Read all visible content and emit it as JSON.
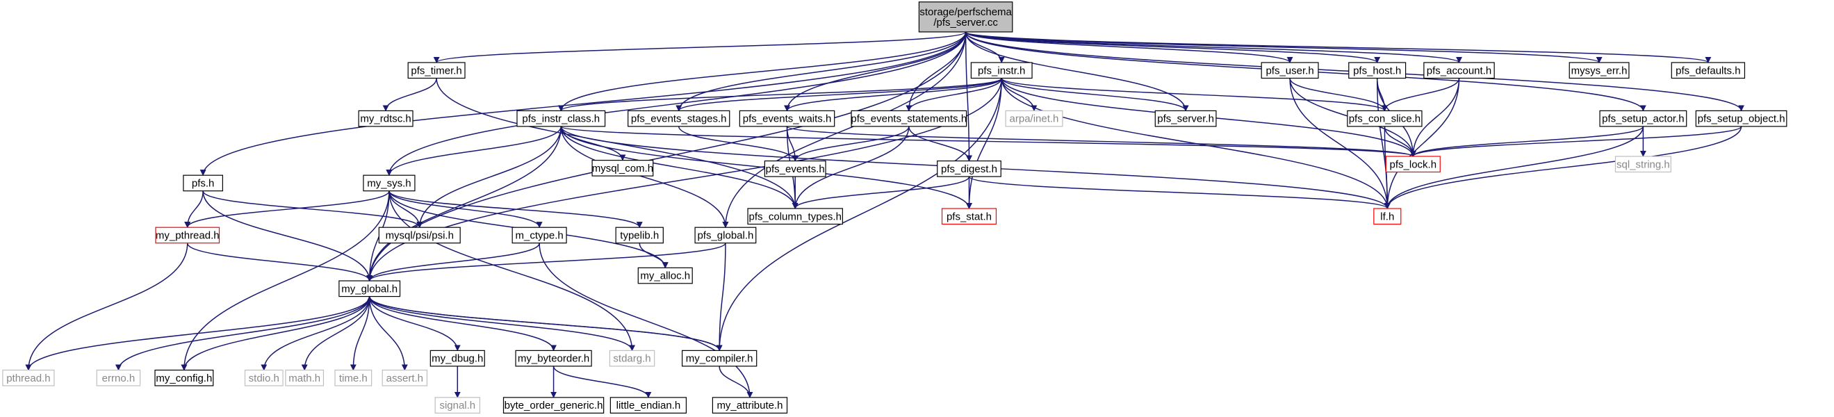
{
  "colors": {
    "edge": "#191970",
    "root_fill": "#bfbfbf",
    "documented_border": "#000000",
    "truncated_border": "#ff0000",
    "external_border": "#bfbfbf"
  },
  "nodes": [
    {
      "id": "root",
      "label": "storage/perfschema\n/pfs_server.cc",
      "style": "root",
      "interactable": false
    },
    {
      "id": "pfs_h",
      "label": "pfs.h",
      "style": "documented",
      "interactable": true
    },
    {
      "id": "my_global_h",
      "label": "my_global.h",
      "style": "documented",
      "interactable": true
    },
    {
      "id": "my_sys_h",
      "label": "my_sys.h",
      "style": "documented",
      "interactable": true
    },
    {
      "id": "pfs_timer_h",
      "label": "pfs_timer.h",
      "style": "documented",
      "interactable": true
    },
    {
      "id": "my_rdtsc_h",
      "label": "my_rdtsc.h",
      "style": "documented",
      "interactable": true
    },
    {
      "id": "pfs_instr_h",
      "label": "pfs_instr.h",
      "style": "documented",
      "interactable": true
    },
    {
      "id": "pfs_instr_class_h",
      "label": "pfs_instr_class.h",
      "style": "documented",
      "interactable": true
    },
    {
      "id": "pfs_events_stages_h",
      "label": "pfs_events_stages.h",
      "style": "documented",
      "interactable": true
    },
    {
      "id": "pfs_events_waits_h",
      "label": "pfs_events_waits.h",
      "style": "documented",
      "interactable": true
    },
    {
      "id": "pfs_events_statements_h",
      "label": "pfs_events_statements.h",
      "style": "documented",
      "interactable": true
    },
    {
      "id": "arpa_inet_h",
      "label": "arpa/inet.h",
      "style": "external",
      "interactable": false
    },
    {
      "id": "pfs_server_h",
      "label": "pfs_server.h",
      "style": "documented",
      "interactable": true
    },
    {
      "id": "pfs_user_h",
      "label": "pfs_user.h",
      "style": "documented",
      "interactable": true
    },
    {
      "id": "pfs_host_h",
      "label": "pfs_host.h",
      "style": "documented",
      "interactable": true
    },
    {
      "id": "pfs_account_h",
      "label": "pfs_account.h",
      "style": "documented",
      "interactable": true
    },
    {
      "id": "mysys_err_h",
      "label": "mysys_err.h",
      "style": "documented",
      "interactable": true
    },
    {
      "id": "pfs_defaults_h",
      "label": "pfs_defaults.h",
      "style": "documented",
      "interactable": true
    },
    {
      "id": "pfs_con_slice_h",
      "label": "pfs_con_slice.h",
      "style": "documented",
      "interactable": true
    },
    {
      "id": "pfs_setup_actor_h",
      "label": "pfs_setup_actor.h",
      "style": "documented",
      "interactable": true
    },
    {
      "id": "pfs_setup_object_h",
      "label": "pfs_setup_object.h",
      "style": "documented",
      "interactable": true
    },
    {
      "id": "pfs_lock_h",
      "label": "pfs_lock.h",
      "style": "truncated",
      "interactable": true
    },
    {
      "id": "sql_string_h",
      "label": "sql_string.h",
      "style": "external",
      "interactable": false
    },
    {
      "id": "lf_h",
      "label": "lf.h",
      "style": "truncated",
      "interactable": true
    },
    {
      "id": "mysql_com_h",
      "label": "mysql_com.h",
      "style": "documented",
      "interactable": true
    },
    {
      "id": "pfs_events_h",
      "label": "pfs_events.h",
      "style": "documented",
      "interactable": true
    },
    {
      "id": "pfs_digest_h",
      "label": "pfs_digest.h",
      "style": "documented",
      "interactable": true
    },
    {
      "id": "pfs_stat_h",
      "label": "pfs_stat.h",
      "style": "truncated",
      "interactable": true
    },
    {
      "id": "pfs_column_types_h",
      "label": "pfs_column_types.h",
      "style": "documented",
      "interactable": true
    },
    {
      "id": "my_pthread_h",
      "label": "my_pthread.h",
      "style": "truncated",
      "interactable": true
    },
    {
      "id": "mysql_psi_psi_h",
      "label": "mysql/psi/psi.h",
      "style": "documented",
      "interactable": true
    },
    {
      "id": "m_ctype_h",
      "label": "m_ctype.h",
      "style": "documented",
      "interactable": true
    },
    {
      "id": "typelib_h",
      "label": "typelib.h",
      "style": "documented",
      "interactable": true
    },
    {
      "id": "pfs_global_h",
      "label": "pfs_global.h",
      "style": "documented",
      "interactable": true
    },
    {
      "id": "my_alloc_h",
      "label": "my_alloc.h",
      "style": "documented",
      "interactable": true
    },
    {
      "id": "pthread_h",
      "label": "pthread.h",
      "style": "external",
      "interactable": false
    },
    {
      "id": "errno_h",
      "label": "errno.h",
      "style": "external",
      "interactable": false
    },
    {
      "id": "my_config_h",
      "label": "my_config.h",
      "style": "documented",
      "interactable": true
    },
    {
      "id": "stdio_h",
      "label": "stdio.h",
      "style": "external",
      "interactable": false
    },
    {
      "id": "math_h",
      "label": "math.h",
      "style": "external",
      "interactable": false
    },
    {
      "id": "time_h",
      "label": "time.h",
      "style": "external",
      "interactable": false
    },
    {
      "id": "assert_h",
      "label": "assert.h",
      "style": "external",
      "interactable": false
    },
    {
      "id": "my_dbug_h",
      "label": "my_dbug.h",
      "style": "documented",
      "interactable": true
    },
    {
      "id": "my_byteorder_h",
      "label": "my_byteorder.h",
      "style": "documented",
      "interactable": true
    },
    {
      "id": "stdarg_h",
      "label": "stdarg.h",
      "style": "external",
      "interactable": false
    },
    {
      "id": "my_compiler_h",
      "label": "my_compiler.h",
      "style": "documented",
      "interactable": true
    },
    {
      "id": "signal_h",
      "label": "signal.h",
      "style": "external",
      "interactable": false
    },
    {
      "id": "byte_order_generic_h",
      "label": "byte_order_generic.h",
      "style": "documented",
      "interactable": true
    },
    {
      "id": "little_endian_h",
      "label": "little_endian.h",
      "style": "documented",
      "interactable": true
    },
    {
      "id": "my_attribute_h",
      "label": "my_attribute.h",
      "style": "documented",
      "interactable": true
    }
  ],
  "edges": [
    [
      "root",
      "pfs_h"
    ],
    [
      "root",
      "my_global_h"
    ],
    [
      "root",
      "my_sys_h"
    ],
    [
      "root",
      "pfs_timer_h"
    ],
    [
      "root",
      "pfs_instr_h"
    ],
    [
      "root",
      "pfs_instr_class_h"
    ],
    [
      "root",
      "pfs_events_stages_h"
    ],
    [
      "root",
      "pfs_events_waits_h"
    ],
    [
      "root",
      "pfs_events_statements_h"
    ],
    [
      "root",
      "pfs_digest_h"
    ],
    [
      "root",
      "pfs_server_h"
    ],
    [
      "root",
      "pfs_user_h"
    ],
    [
      "root",
      "pfs_host_h"
    ],
    [
      "root",
      "pfs_account_h"
    ],
    [
      "root",
      "mysys_err_h"
    ],
    [
      "root",
      "pfs_defaults_h"
    ],
    [
      "root",
      "pfs_setup_actor_h"
    ],
    [
      "root",
      "pfs_setup_object_h"
    ],
    [
      "root",
      "pfs_global_h"
    ],
    [
      "pfs_h",
      "my_global_h"
    ],
    [
      "pfs_h",
      "my_pthread_h"
    ],
    [
      "pfs_h",
      "mysql_psi_psi_h"
    ],
    [
      "pfs_timer_h",
      "my_rdtsc_h"
    ],
    [
      "pfs_timer_h",
      "pfs_column_types_h"
    ],
    [
      "pfs_instr_h",
      "pfs_instr_class_h"
    ],
    [
      "pfs_instr_h",
      "pfs_events_stages_h"
    ],
    [
      "pfs_instr_h",
      "pfs_events_waits_h"
    ],
    [
      "pfs_instr_h",
      "pfs_events_statements_h"
    ],
    [
      "pfs_instr_h",
      "arpa_inet_h"
    ],
    [
      "pfs_instr_h",
      "pfs_server_h"
    ],
    [
      "pfs_instr_h",
      "pfs_con_slice_h"
    ],
    [
      "pfs_instr_h",
      "pfs_lock_h"
    ],
    [
      "pfs_instr_h",
      "lf_h"
    ],
    [
      "pfs_instr_h",
      "pfs_stat_h"
    ],
    [
      "pfs_instr_h",
      "my_compiler_h"
    ],
    [
      "pfs_instr_h",
      "my_global_h"
    ],
    [
      "pfs_instr_class_h",
      "my_global_h"
    ],
    [
      "pfs_instr_class_h",
      "my_sys_h"
    ],
    [
      "pfs_instr_class_h",
      "mysql_psi_psi_h"
    ],
    [
      "pfs_instr_class_h",
      "mysql_com_h"
    ],
    [
      "pfs_instr_class_h",
      "pfs_lock_h"
    ],
    [
      "pfs_instr_class_h",
      "pfs_stat_h"
    ],
    [
      "pfs_instr_class_h",
      "pfs_column_types_h"
    ],
    [
      "pfs_instr_class_h",
      "lf_h"
    ],
    [
      "pfs_instr_class_h",
      "pfs_global_h"
    ],
    [
      "pfs_events_stages_h",
      "pfs_events_h"
    ],
    [
      "pfs_events_waits_h",
      "pfs_events_h"
    ],
    [
      "pfs_events_waits_h",
      "pfs_lock_h"
    ],
    [
      "pfs_events_waits_h",
      "pfs_column_types_h"
    ],
    [
      "pfs_events_statements_h",
      "pfs_events_h"
    ],
    [
      "pfs_events_statements_h",
      "pfs_digest_h"
    ],
    [
      "pfs_events_statements_h",
      "pfs_column_types_h"
    ],
    [
      "pfs_events_h",
      "pfs_column_types_h"
    ],
    [
      "pfs_digest_h",
      "pfs_column_types_h"
    ],
    [
      "pfs_digest_h",
      "pfs_stat_h"
    ],
    [
      "pfs_digest_h",
      "lf_h"
    ],
    [
      "pfs_user_h",
      "pfs_con_slice_h"
    ],
    [
      "pfs_user_h",
      "pfs_lock_h"
    ],
    [
      "pfs_user_h",
      "lf_h"
    ],
    [
      "pfs_host_h",
      "pfs_con_slice_h"
    ],
    [
      "pfs_host_h",
      "pfs_lock_h"
    ],
    [
      "pfs_host_h",
      "lf_h"
    ],
    [
      "pfs_account_h",
      "pfs_con_slice_h"
    ],
    [
      "pfs_account_h",
      "pfs_lock_h"
    ],
    [
      "pfs_account_h",
      "lf_h"
    ],
    [
      "pfs_con_slice_h",
      "pfs_lock_h"
    ],
    [
      "pfs_con_slice_h",
      "lf_h"
    ],
    [
      "pfs_setup_actor_h",
      "pfs_lock_h"
    ],
    [
      "pfs_setup_actor_h",
      "sql_string_h"
    ],
    [
      "pfs_setup_actor_h",
      "lf_h"
    ],
    [
      "pfs_setup_object_h",
      "pfs_lock_h"
    ],
    [
      "pfs_setup_object_h",
      "lf_h"
    ],
    [
      "my_sys_h",
      "my_global_h"
    ],
    [
      "my_sys_h",
      "my_pthread_h"
    ],
    [
      "my_sys_h",
      "mysql_psi_psi_h"
    ],
    [
      "my_sys_h",
      "m_ctype_h"
    ],
    [
      "my_sys_h",
      "typelib_h"
    ],
    [
      "my_sys_h",
      "my_alloc_h"
    ],
    [
      "my_sys_h",
      "stdarg_h"
    ],
    [
      "my_sys_h",
      "my_config_h"
    ],
    [
      "my_pthread_h",
      "my_global_h"
    ],
    [
      "my_pthread_h",
      "pthread_h"
    ],
    [
      "m_ctype_h",
      "my_global_h"
    ],
    [
      "m_ctype_h",
      "my_attribute_h"
    ],
    [
      "typelib_h",
      "my_alloc_h"
    ],
    [
      "pfs_global_h",
      "my_global_h"
    ],
    [
      "pfs_global_h",
      "my_compiler_h"
    ],
    [
      "my_global_h",
      "pthread_h"
    ],
    [
      "my_global_h",
      "errno_h"
    ],
    [
      "my_global_h",
      "my_config_h"
    ],
    [
      "my_global_h",
      "stdio_h"
    ],
    [
      "my_global_h",
      "math_h"
    ],
    [
      "my_global_h",
      "time_h"
    ],
    [
      "my_global_h",
      "assert_h"
    ],
    [
      "my_global_h",
      "my_dbug_h"
    ],
    [
      "my_global_h",
      "my_byteorder_h"
    ],
    [
      "my_global_h",
      "stdarg_h"
    ],
    [
      "my_global_h",
      "my_compiler_h"
    ],
    [
      "my_compiler_h",
      "my_global_h"
    ],
    [
      "my_compiler_h",
      "my_attribute_h"
    ],
    [
      "my_dbug_h",
      "signal_h"
    ],
    [
      "my_byteorder_h",
      "byte_order_generic_h"
    ],
    [
      "my_byteorder_h",
      "little_endian_h"
    ]
  ]
}
